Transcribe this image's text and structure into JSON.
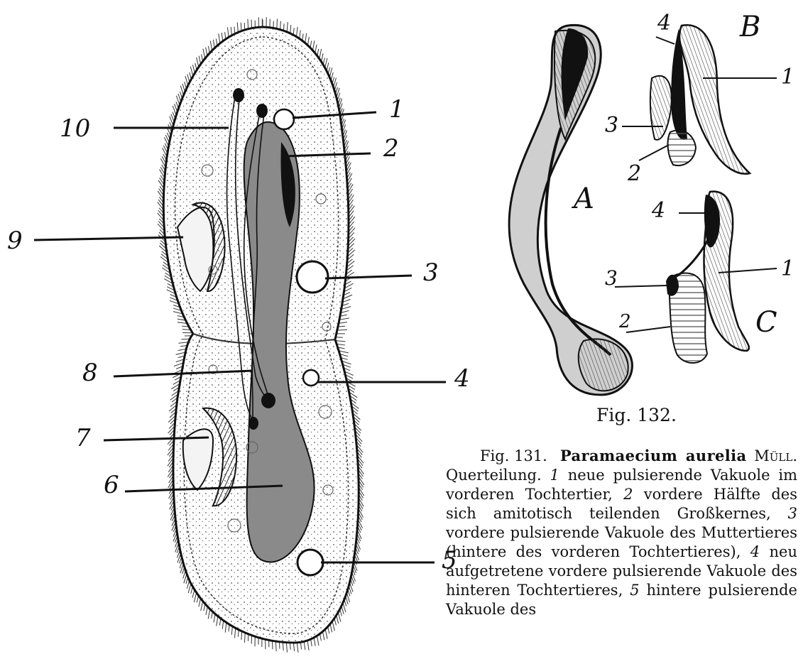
{
  "figure_131": {
    "labels": [
      "1",
      "2",
      "3",
      "4",
      "5",
      "6",
      "7",
      "8",
      "9",
      "10"
    ]
  },
  "figure_132": {
    "panel_a": "A",
    "panel_b": "B",
    "panel_c": "C",
    "panel_b_labels": [
      "4",
      "1",
      "3",
      "2"
    ],
    "panel_c_labels": [
      "4",
      "1",
      "3",
      "2"
    ],
    "title": "Fig. 132."
  },
  "caption": {
    "fig_number": "Fig. 131.",
    "species": "Paramaecium aurelia",
    "author": "Müll.",
    "text_1": "Querteilung.",
    "n1": "1",
    "text_2": "neue pulsierende Vakuole im vorderen Tochtertier,",
    "n2": "2",
    "text_3": "vordere Hälfte des sich amitotisch teilenden Großkernes,",
    "n3": "3",
    "text_4": "vordere pulsierende Vakuole des Muttertieres (hintere des vorderen Tochtertieres),",
    "n4": "4",
    "text_5": "neu aufgetretene vordere pulsierende Vakuole des hinteren Tochtertieres,",
    "n5": "5",
    "text_6": "hintere pulsierende Vakuole des"
  }
}
